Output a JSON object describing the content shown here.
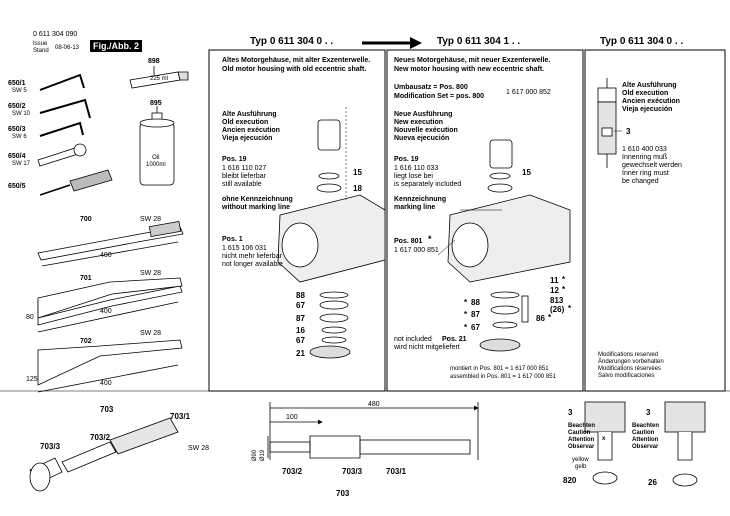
{
  "meta": {
    "doc_number": "0 611 304 090",
    "issue_label": "Issue",
    "stand_label": "Stand",
    "date": "08-06-13",
    "fig_label": "Fig./Abb. 2"
  },
  "headers": {
    "left": "Typ 0 611 304 0 . .",
    "middle": "Typ 0 611 304 1 . .",
    "right": "Typ 0 611 304 0 . ."
  },
  "left_panel": {
    "desc_de": "Altes Motorgehäuse, mit alter Exzenterwelle.",
    "desc_en": "Old motor housing with old eccentric shaft.",
    "exec": [
      "Alte Ausführung",
      "Old execution",
      "Ancien exécution",
      "Vieja ejecución"
    ],
    "pos19": {
      "title": "Pos. 19",
      "number": "1 616 110 027",
      "note1": "bleibt lieferbar",
      "note2": "still available"
    },
    "marking": [
      "ohne Kennzeichnung",
      "without marking line"
    ],
    "pos1": {
      "title": "Pos. 1",
      "number": "1 615 106 031",
      "note1": "nicht mehr lieferbar",
      "note2": "not longer available"
    },
    "labels": [
      "15",
      "18",
      "88",
      "67",
      "87",
      "16",
      "67",
      "21"
    ]
  },
  "middle_panel": {
    "desc_de": "Neues Motorgehäuse, mit neuer Exzenterwelle.",
    "desc_en": "New motor housing with new eccentric shaft.",
    "umbausatz_label": "Umbausatz = Pos. 800",
    "modset_label": "Modification Set = pos. 800",
    "modset_number": "1 617 000 852",
    "exec": [
      "Neue Ausführung",
      "New execution",
      "Nouvelle exécution",
      "Nueva ejecución"
    ],
    "pos19": {
      "title": "Pos. 19",
      "number": "1 616 110 033",
      "note1": "liegt lose bei",
      "note2": "is separately included"
    },
    "marking": [
      "Kennzeichnung",
      "marking line"
    ],
    "pos801": {
      "title": "Pos. 801",
      "star": "*",
      "number": "1 617 000 851"
    },
    "labels": [
      "15",
      "11",
      "12",
      "813",
      "(26)",
      "86",
      "88",
      "87",
      "67"
    ],
    "stars": [
      "*",
      "*",
      "*",
      "*",
      "*",
      "*",
      "*"
    ],
    "not_included": "not included",
    "pos21": "Pos. 21",
    "not_supplied": "wird nicht mitgeliefert",
    "note_de": "montiert in Pos. 801   = 1 617 000 851",
    "note_en": "assembled in Pos. 801 = 1 617 000 851"
  },
  "right_panel": {
    "exec": [
      "Alte Ausführung",
      "Old execution",
      "Ancien exécution",
      "Vieja ejecución"
    ],
    "label3": "3",
    "number": "1 610 400 033",
    "note": [
      "Innenring muß",
      "gewechselt werden",
      "Inner ring must",
      "be changed"
    ],
    "mods": [
      "Modifications reserved",
      "Änderungen vorbehalten",
      "Modifications réservées",
      "Salvo modificaciones"
    ]
  },
  "left_column": {
    "items": [
      {
        "num": "898",
        "detail": "225 ml"
      },
      {
        "num": "895",
        "detail": "Oil\n1000ml"
      },
      {
        "num": "650/1",
        "sw": "SW 5"
      },
      {
        "num": "650/2",
        "sw": "SW 10"
      },
      {
        "num": "650/3",
        "sw": "SW 6"
      },
      {
        "num": "650/4",
        "sw": "SW 17"
      },
      {
        "num": "650/5",
        "sw": ""
      }
    ],
    "chisels": [
      {
        "num": "700",
        "sw": "SW 28",
        "length": "400"
      },
      {
        "num": "701",
        "sw": "SW 28",
        "length": "400",
        "width": "80"
      },
      {
        "num": "702",
        "sw": "SW 28",
        "length": "400",
        "width": "125"
      }
    ]
  },
  "bottom": {
    "left_labels": [
      "703",
      "703/1",
      "703/3",
      "703/2",
      "SW 28"
    ],
    "dims": {
      "total": "480",
      "partial": "100",
      "d1": "Ø90",
      "d2": "Ø19"
    },
    "mid_labels": [
      "703/2",
      "703/3",
      "703/1",
      "703"
    ],
    "caution": [
      "Beachten",
      "Caution",
      "Attention",
      "Observar"
    ],
    "right_labels": [
      "3",
      "3",
      "820",
      "26"
    ],
    "color_note": [
      "yellow",
      "gelb"
    ],
    "x_mark": "x"
  }
}
